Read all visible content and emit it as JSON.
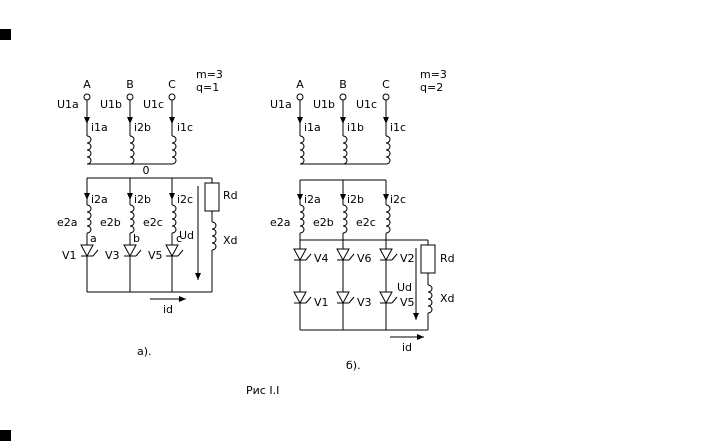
{
  "colors": {
    "ink": "#000000",
    "canvas": "#ffffff"
  },
  "figure": {
    "caption": "Рис I.I",
    "circuit_a": {
      "params": {
        "m": "m=3",
        "q": "q=1"
      },
      "phases": [
        "A",
        "B",
        "C"
      ],
      "primary_voltages": [
        "U1a",
        "U1b",
        "U1c"
      ],
      "primary_currents": [
        "i1a",
        "i2b",
        "i1c"
      ],
      "neutral_label": "0",
      "secondary_currents": [
        "i2a",
        "i2b",
        "i2c"
      ],
      "secondary_emfs": [
        "e2a",
        "e2b",
        "e2c"
      ],
      "anode_nodes": [
        "a",
        "b",
        "c"
      ],
      "thyristors": [
        "V1",
        "V3",
        "V5"
      ],
      "load": {
        "resistor": "Rd",
        "voltage": "Ud",
        "inductor": "Xd",
        "current": "id"
      },
      "label": "а)."
    },
    "circuit_b": {
      "params": {
        "m": "m=3",
        "q": "q=2"
      },
      "phases": [
        "A",
        "B",
        "C"
      ],
      "primary_voltages": [
        "U1a",
        "U1b",
        "U1c"
      ],
      "primary_currents": [
        "i1a",
        "i1b",
        "i1c"
      ],
      "secondary_currents": [
        "i2a",
        "i2b",
        "i2c"
      ],
      "secondary_emfs": [
        "e2a",
        "e2b",
        "e2c"
      ],
      "thyristors_top": [
        "V4",
        "V6",
        "V2"
      ],
      "thyristors_bottom": [
        "V1",
        "V3",
        "V5"
      ],
      "load": {
        "resistor": "Rd",
        "voltage": "Ud",
        "inductor": "Xd",
        "current": "id"
      },
      "label": "б)."
    }
  }
}
